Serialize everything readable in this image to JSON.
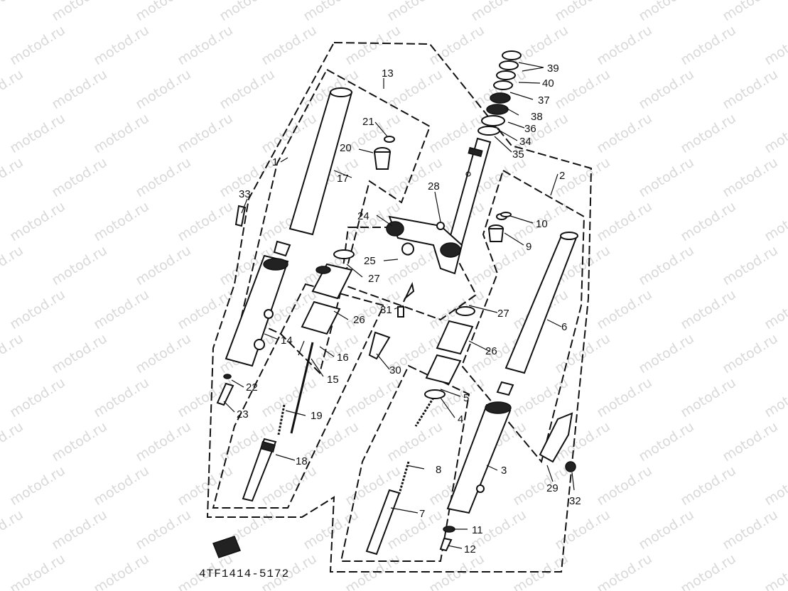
{
  "watermark": "motod.ru",
  "drawing_code": "4TF1414-5172",
  "labels": {
    "p1": "1",
    "p2": "2",
    "p3": "3",
    "p4": "4",
    "p5": "5",
    "p6": "6",
    "p7": "7",
    "p8": "8",
    "p9": "9",
    "p10": "10",
    "p11": "11",
    "p12": "12",
    "p13": "13",
    "p14": "14",
    "p15": "15",
    "p16": "16",
    "p17": "17",
    "p18": "18",
    "p19": "19",
    "p20": "20",
    "p21": "21",
    "p22": "22",
    "p23": "23",
    "p24": "24",
    "p25": "25",
    "p26a": "26",
    "p26b": "26",
    "p27a": "27",
    "p27b": "27",
    "p28": "28",
    "p29": "29",
    "p30": "30",
    "p31": "31",
    "p32": "32",
    "p33": "33",
    "p34": "34",
    "p35": "35",
    "p36": "36",
    "p37": "37",
    "p38": "38",
    "p39": "39",
    "p40": "40"
  }
}
